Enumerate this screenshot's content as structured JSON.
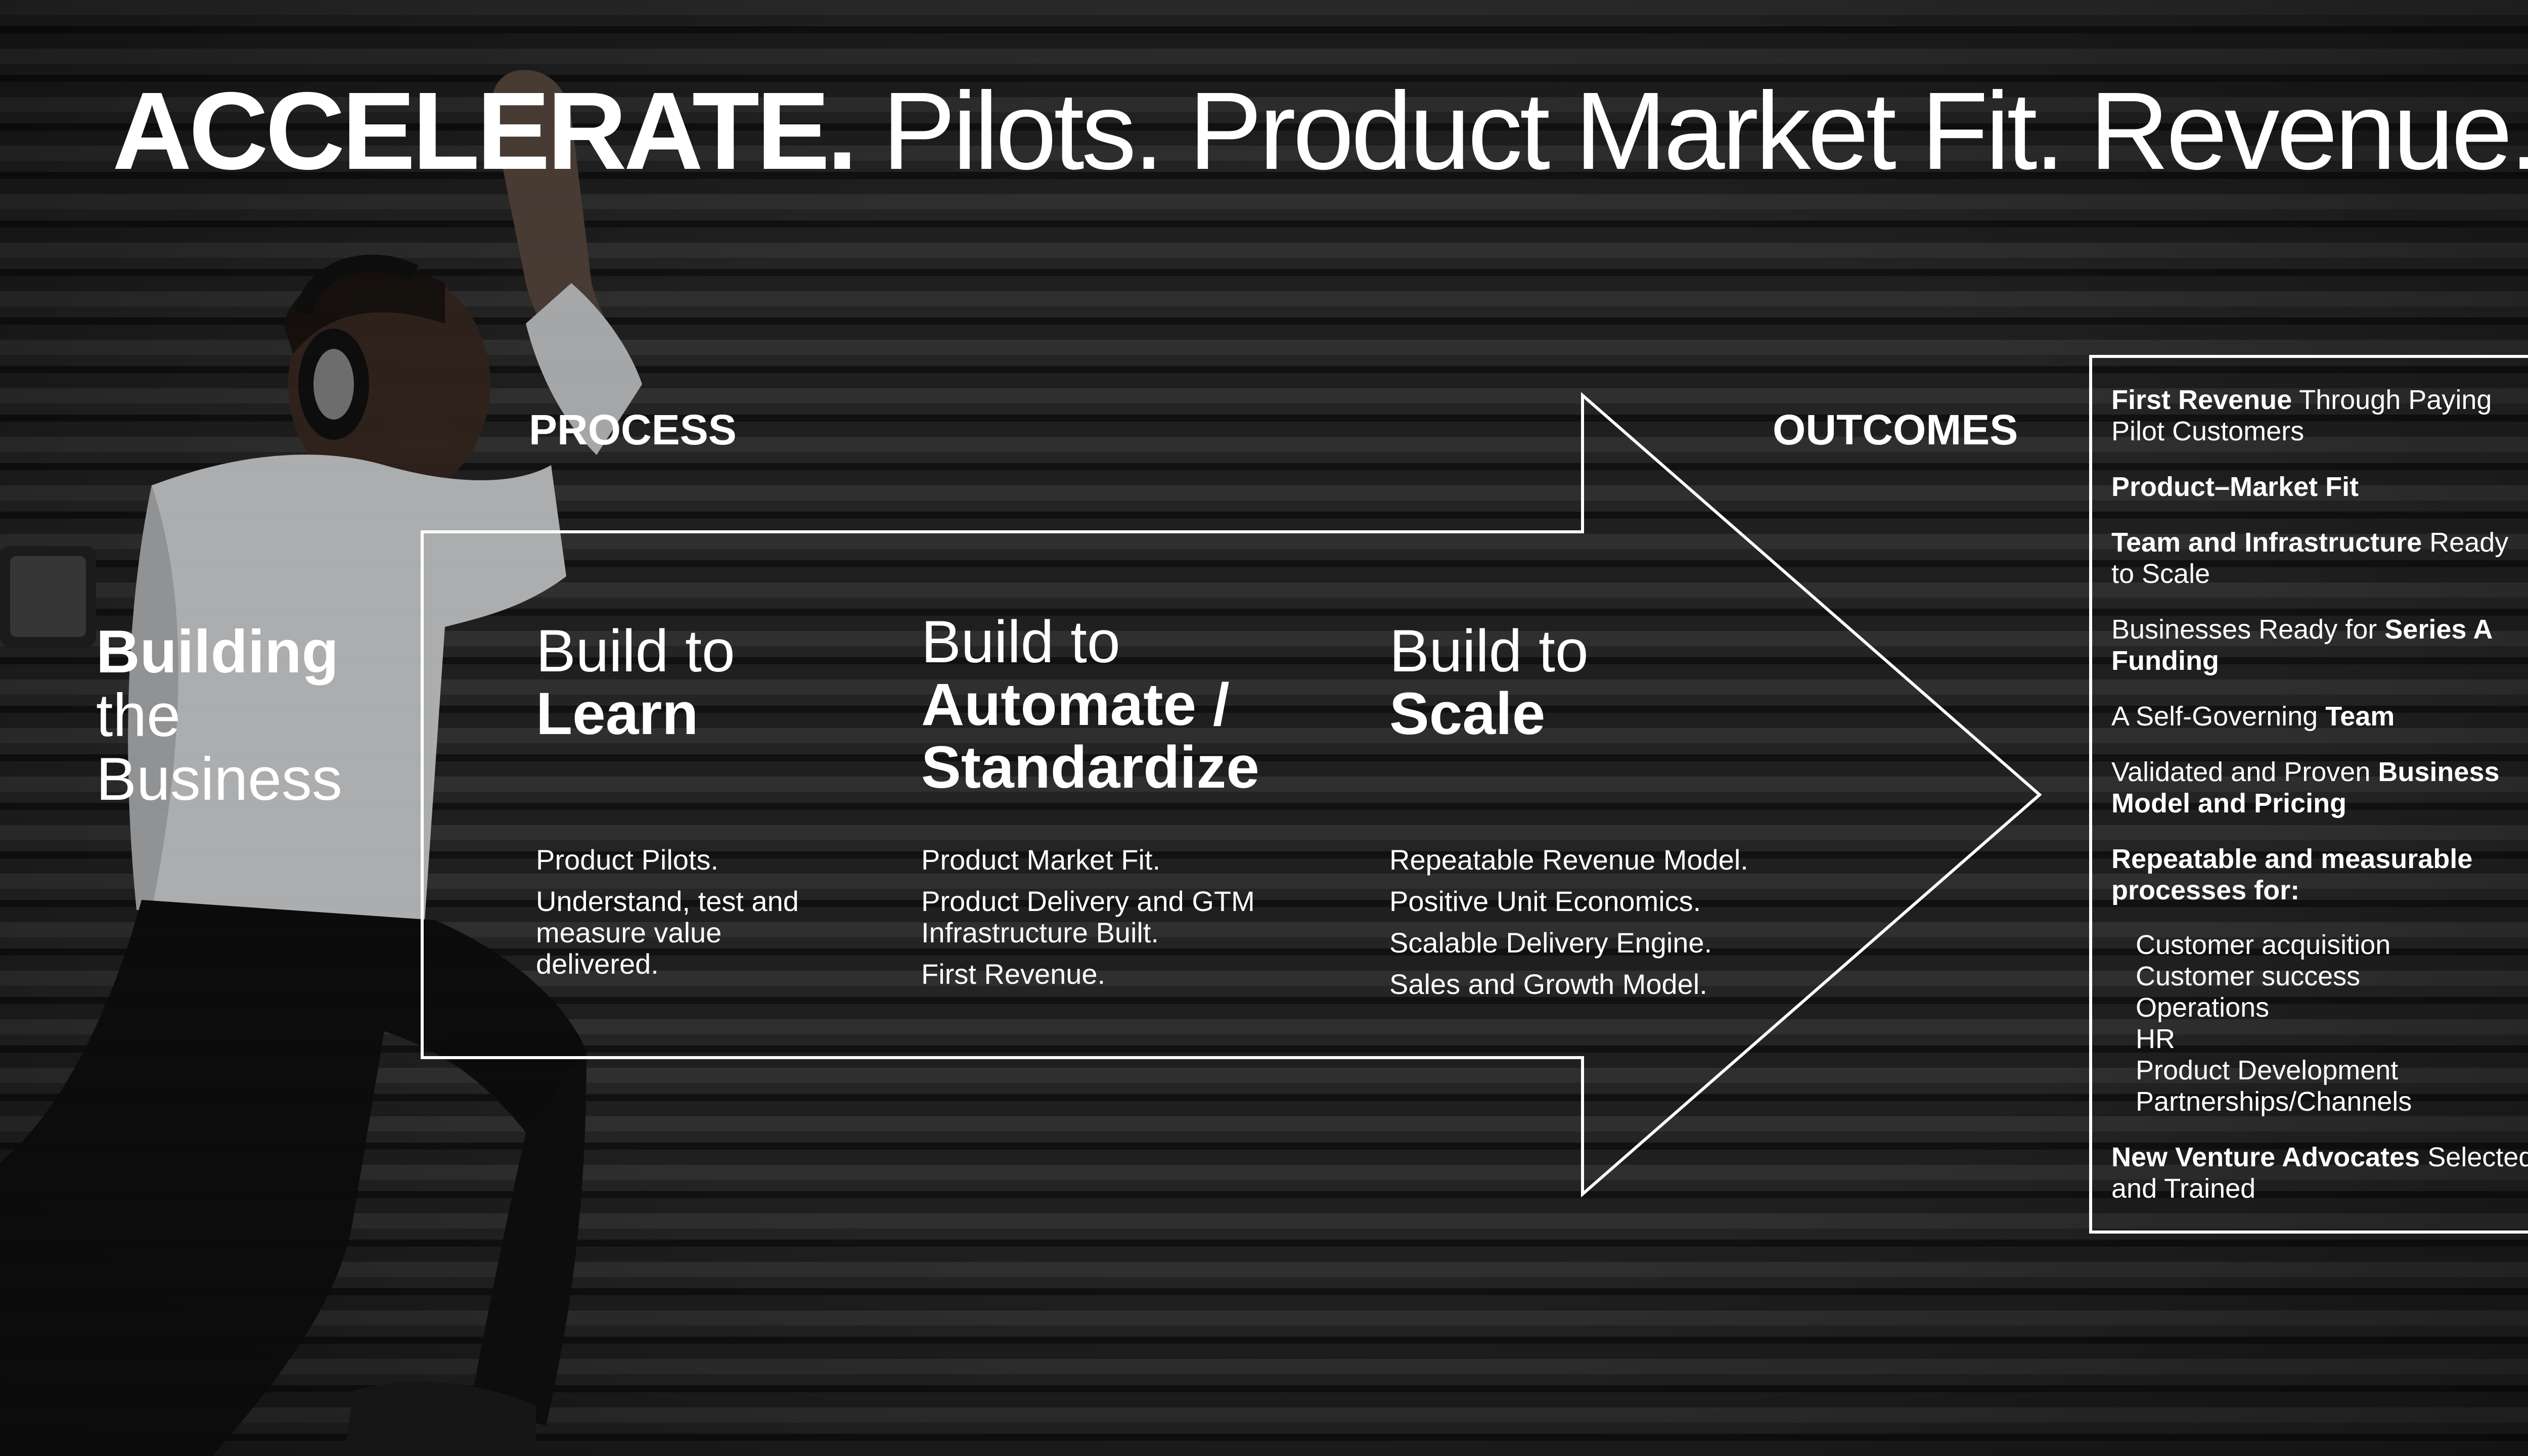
{
  "title": {
    "bold": "ACCELERATE.",
    "rest": "Pilots. Product Market Fit. Revenue."
  },
  "labels": {
    "process": "PROCESS",
    "outcomes": "OUTCOMES"
  },
  "side_heading": {
    "line1": "Building",
    "line2": "the",
    "line3": "Business"
  },
  "stages": [
    {
      "prefix": "Build to",
      "name1": "Learn",
      "name2": "",
      "items": [
        "Product Pilots.",
        "Understand, test and measure value delivered."
      ]
    },
    {
      "prefix": "Build to",
      "name1": "Automate /",
      "name2": "Standardize",
      "items": [
        "Product Market Fit.",
        "Product Delivery and GTM Infrastructure Built.",
        "First Revenue."
      ]
    },
    {
      "prefix": "Build to",
      "name1": "Scale",
      "name2": "",
      "items": [
        "Repeatable Revenue Model.",
        "Positive Unit Economics.",
        "Scalable Delivery Engine.",
        "Sales and Growth Model."
      ]
    }
  ],
  "outcomes": {
    "o1": {
      "bold": "First Revenue",
      "rest": " Through Paying Pilot Customers"
    },
    "o2": {
      "bold": "Product–Market Fit"
    },
    "o3": {
      "bold": "Team and Infrastructure",
      "rest": " Ready to Scale"
    },
    "o4": {
      "pre": "Businesses Ready for ",
      "bold": "Series A Funding"
    },
    "o5": {
      "pre": "A Self-Governing ",
      "bold": "Team"
    },
    "o6": {
      "pre": "Validated and Proven ",
      "bold": "Business Model and Pricing"
    },
    "o7": {
      "bold": "Repeatable and measurable processes for:",
      "subs": [
        "Customer acquisition",
        "Customer success",
        "Operations",
        "HR",
        "Product Development",
        "Partnerships/Channels"
      ]
    },
    "o8": {
      "bold": "New Venture Advocates",
      "rest": " Selected and Trained"
    }
  }
}
